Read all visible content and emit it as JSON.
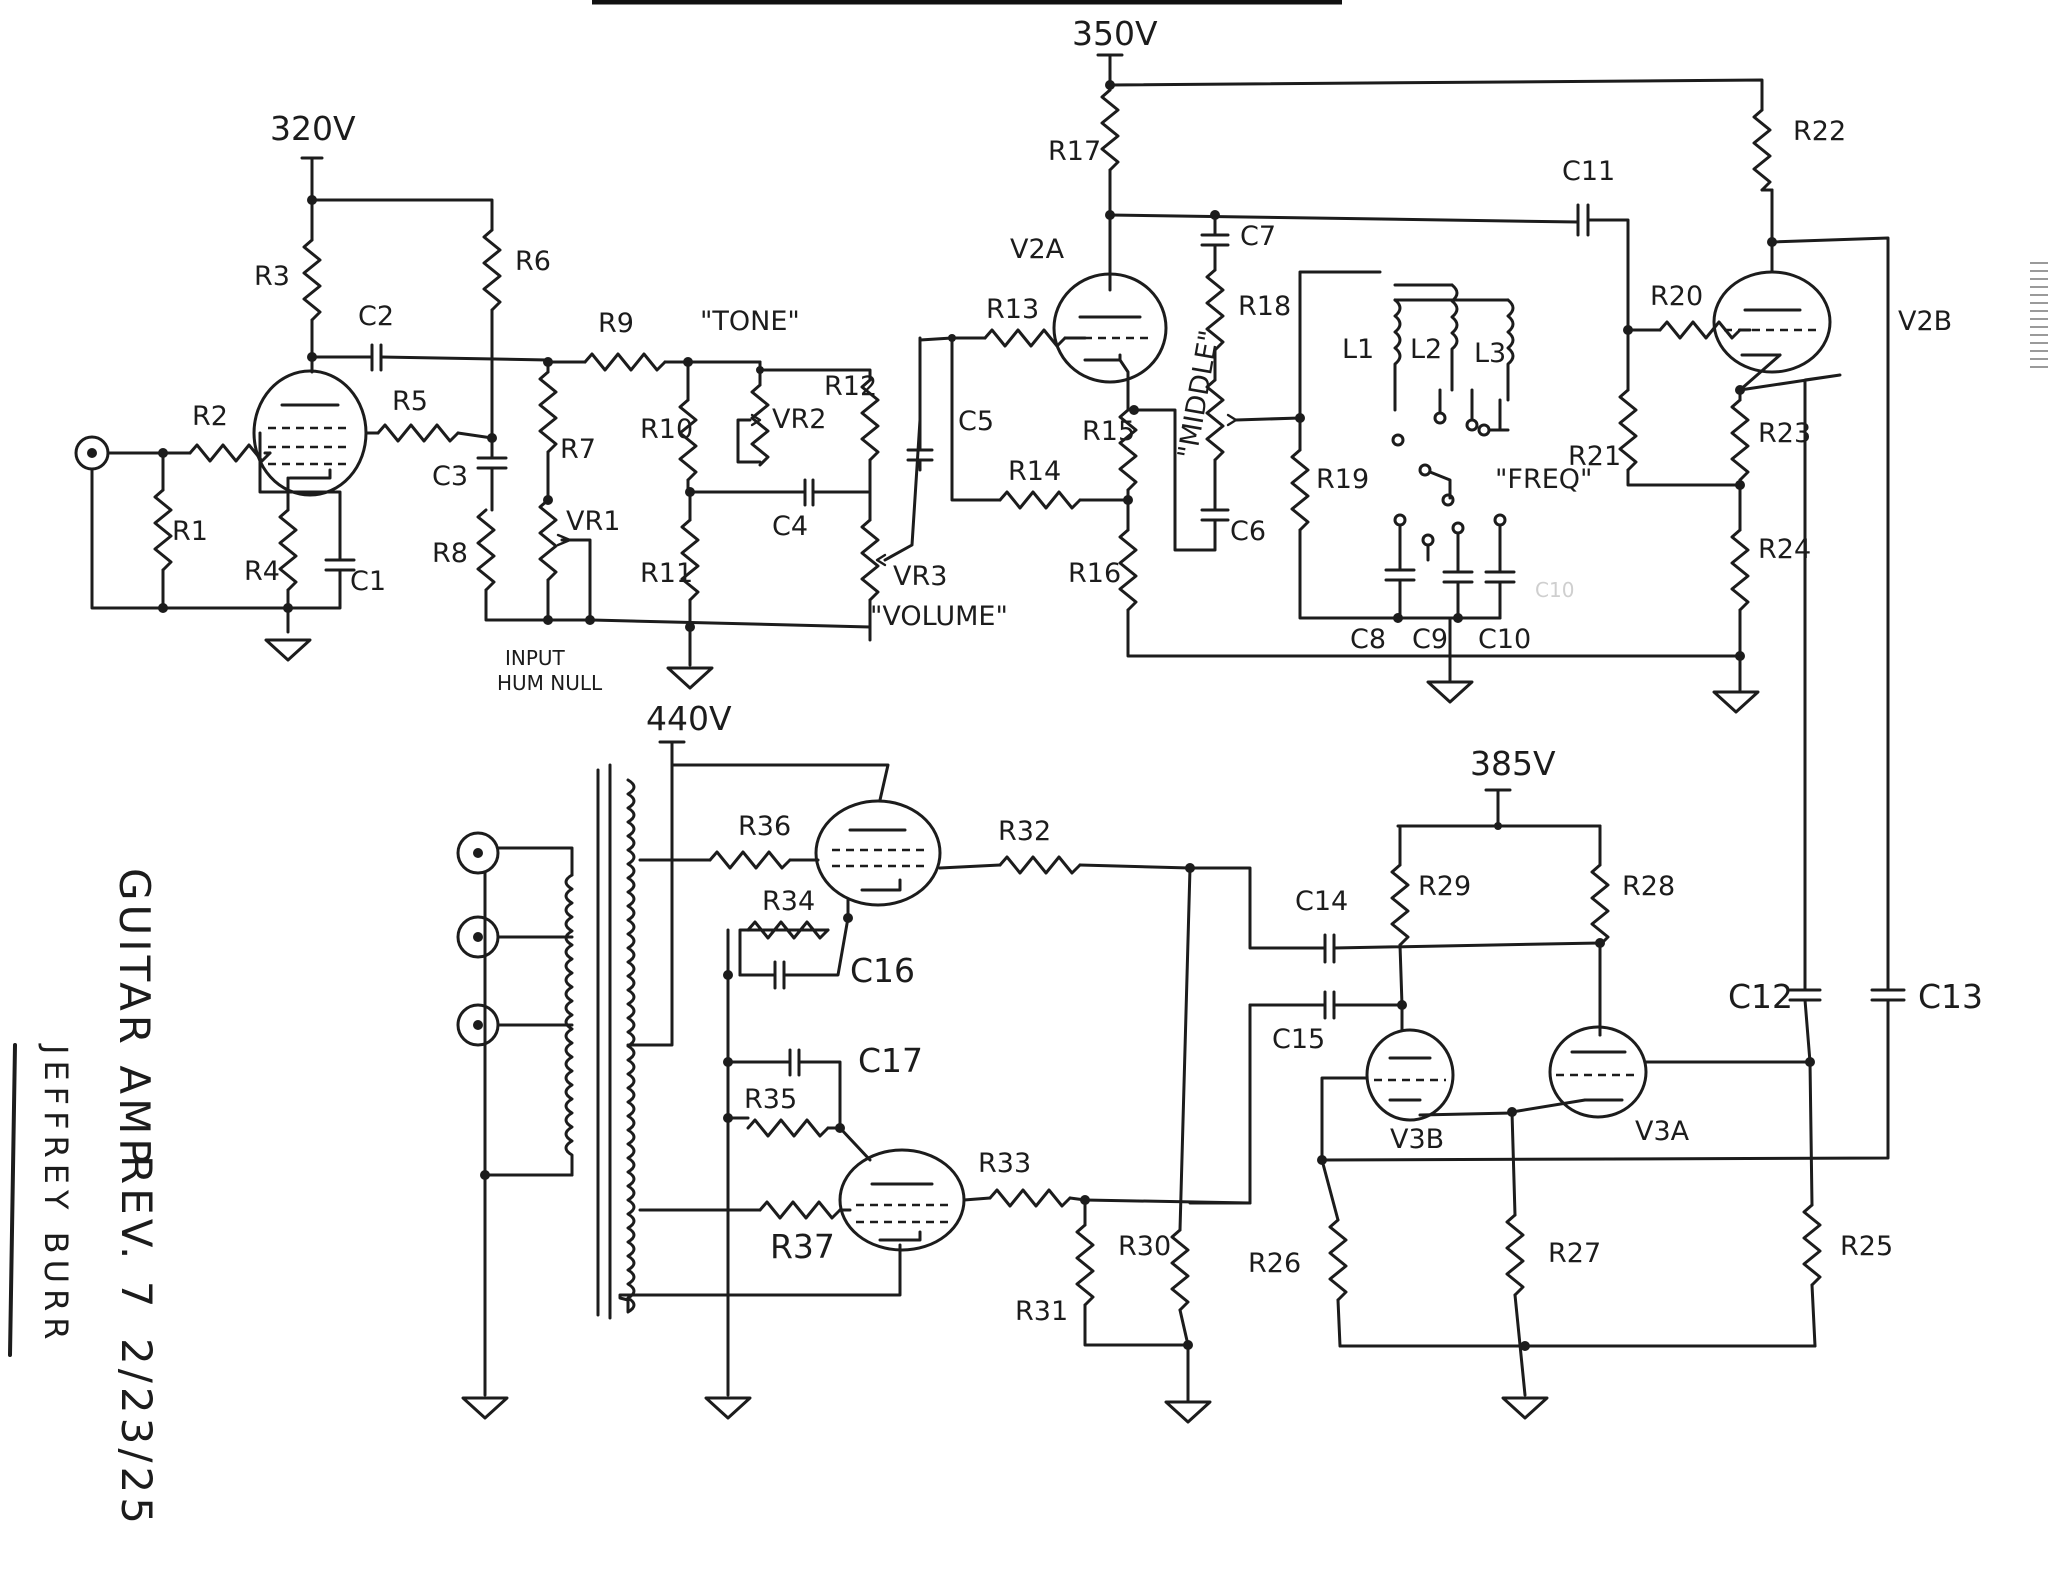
{
  "document": {
    "title": "GUITAR AMP",
    "revision": "REV. 7",
    "date": "2/23/25",
    "author": "JEFFREY BURR"
  },
  "voltages": {
    "v320": "320V",
    "v350": "350V",
    "v440": "440V",
    "v385": "385V"
  },
  "notes": {
    "tone": "\"TONE\"",
    "volume": "\"VOLUME\"",
    "middle": "\"MIDDLE\"",
    "freq": "\"FREQ\"",
    "hum_null_line1": "INPUT",
    "hum_null_line2": "HUM NULL",
    "faint_c10": "C10"
  },
  "tubes": {
    "v2a": "V2A",
    "v2b": "V2B",
    "v3a": "V3A",
    "v3b": "V3B"
  },
  "resistors": {
    "r1": "R1",
    "r2": "R2",
    "r3": "R3",
    "r4": "R4",
    "r5": "R5",
    "r6": "R6",
    "r7": "R7",
    "r8": "R8",
    "r9": "R9",
    "r10": "R10",
    "r11": "R11",
    "r12": "R12",
    "r13": "R13",
    "r14": "R14",
    "r15": "R15",
    "r16": "R16",
    "r17": "R17",
    "r18": "R18",
    "r19": "R19",
    "r20": "R20",
    "r21": "R21",
    "r22": "R22",
    "r23": "R23",
    "r24": "R24",
    "r25": "R25",
    "r26": "R26",
    "r27": "R27",
    "r28": "R28",
    "r29": "R29",
    "r30": "R30",
    "r31": "R31",
    "r32": "R32",
    "r33": "R33",
    "r34": "R34",
    "r35": "R35",
    "r36": "R36",
    "r37": "R37"
  },
  "capacitors": {
    "c1": "C1",
    "c2": "C2",
    "c3": "C3",
    "c4": "C4",
    "c5": "C5",
    "c6": "C6",
    "c7": "C7",
    "c8": "C8",
    "c9": "C9",
    "c10": "C10",
    "c11": "C11",
    "c12": "C12",
    "c13": "C13",
    "c14": "C14",
    "c15": "C15",
    "c16": "C16",
    "c17": "C17"
  },
  "pots": {
    "vr1": "VR1",
    "vr2": "VR2",
    "vr3": "VR3"
  },
  "inductors": {
    "l1": "L1",
    "l2": "L2",
    "l3": "L3"
  }
}
